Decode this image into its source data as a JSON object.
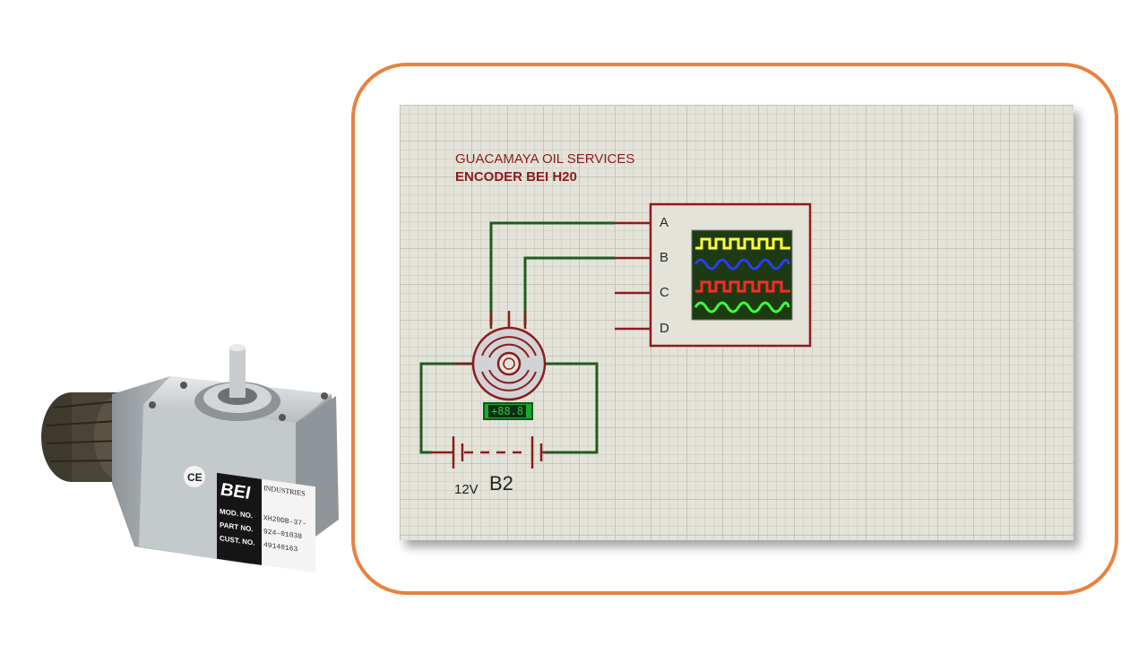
{
  "photo": {
    "brand": "BEI",
    "brand_sub": "INDUSTRIES",
    "rows": [
      {
        "label": "MOD. NO.",
        "value": "XH20DB-37-"
      },
      {
        "label": "PART NO.",
        "value": "924-01038"
      },
      {
        "label": "CUST. NO.",
        "value": "49140163"
      }
    ],
    "ce_mark": "CE"
  },
  "schematic": {
    "company": "GUACAMAYA OIL SERVICES",
    "model": "ENCODER BEI H20",
    "pins": [
      "A",
      "B",
      "C",
      "D"
    ],
    "meter_reading": "+88.8",
    "battery_voltage": "12V",
    "battery_label": "B2"
  },
  "colors": {
    "frame": "#e8823e",
    "wire": "#1f5c1f",
    "component": "#8b1c1c",
    "trace_a": "#ffff3c",
    "trace_b": "#2a3cff",
    "trace_c": "#ff2a2a",
    "trace_d": "#3cff3c"
  }
}
